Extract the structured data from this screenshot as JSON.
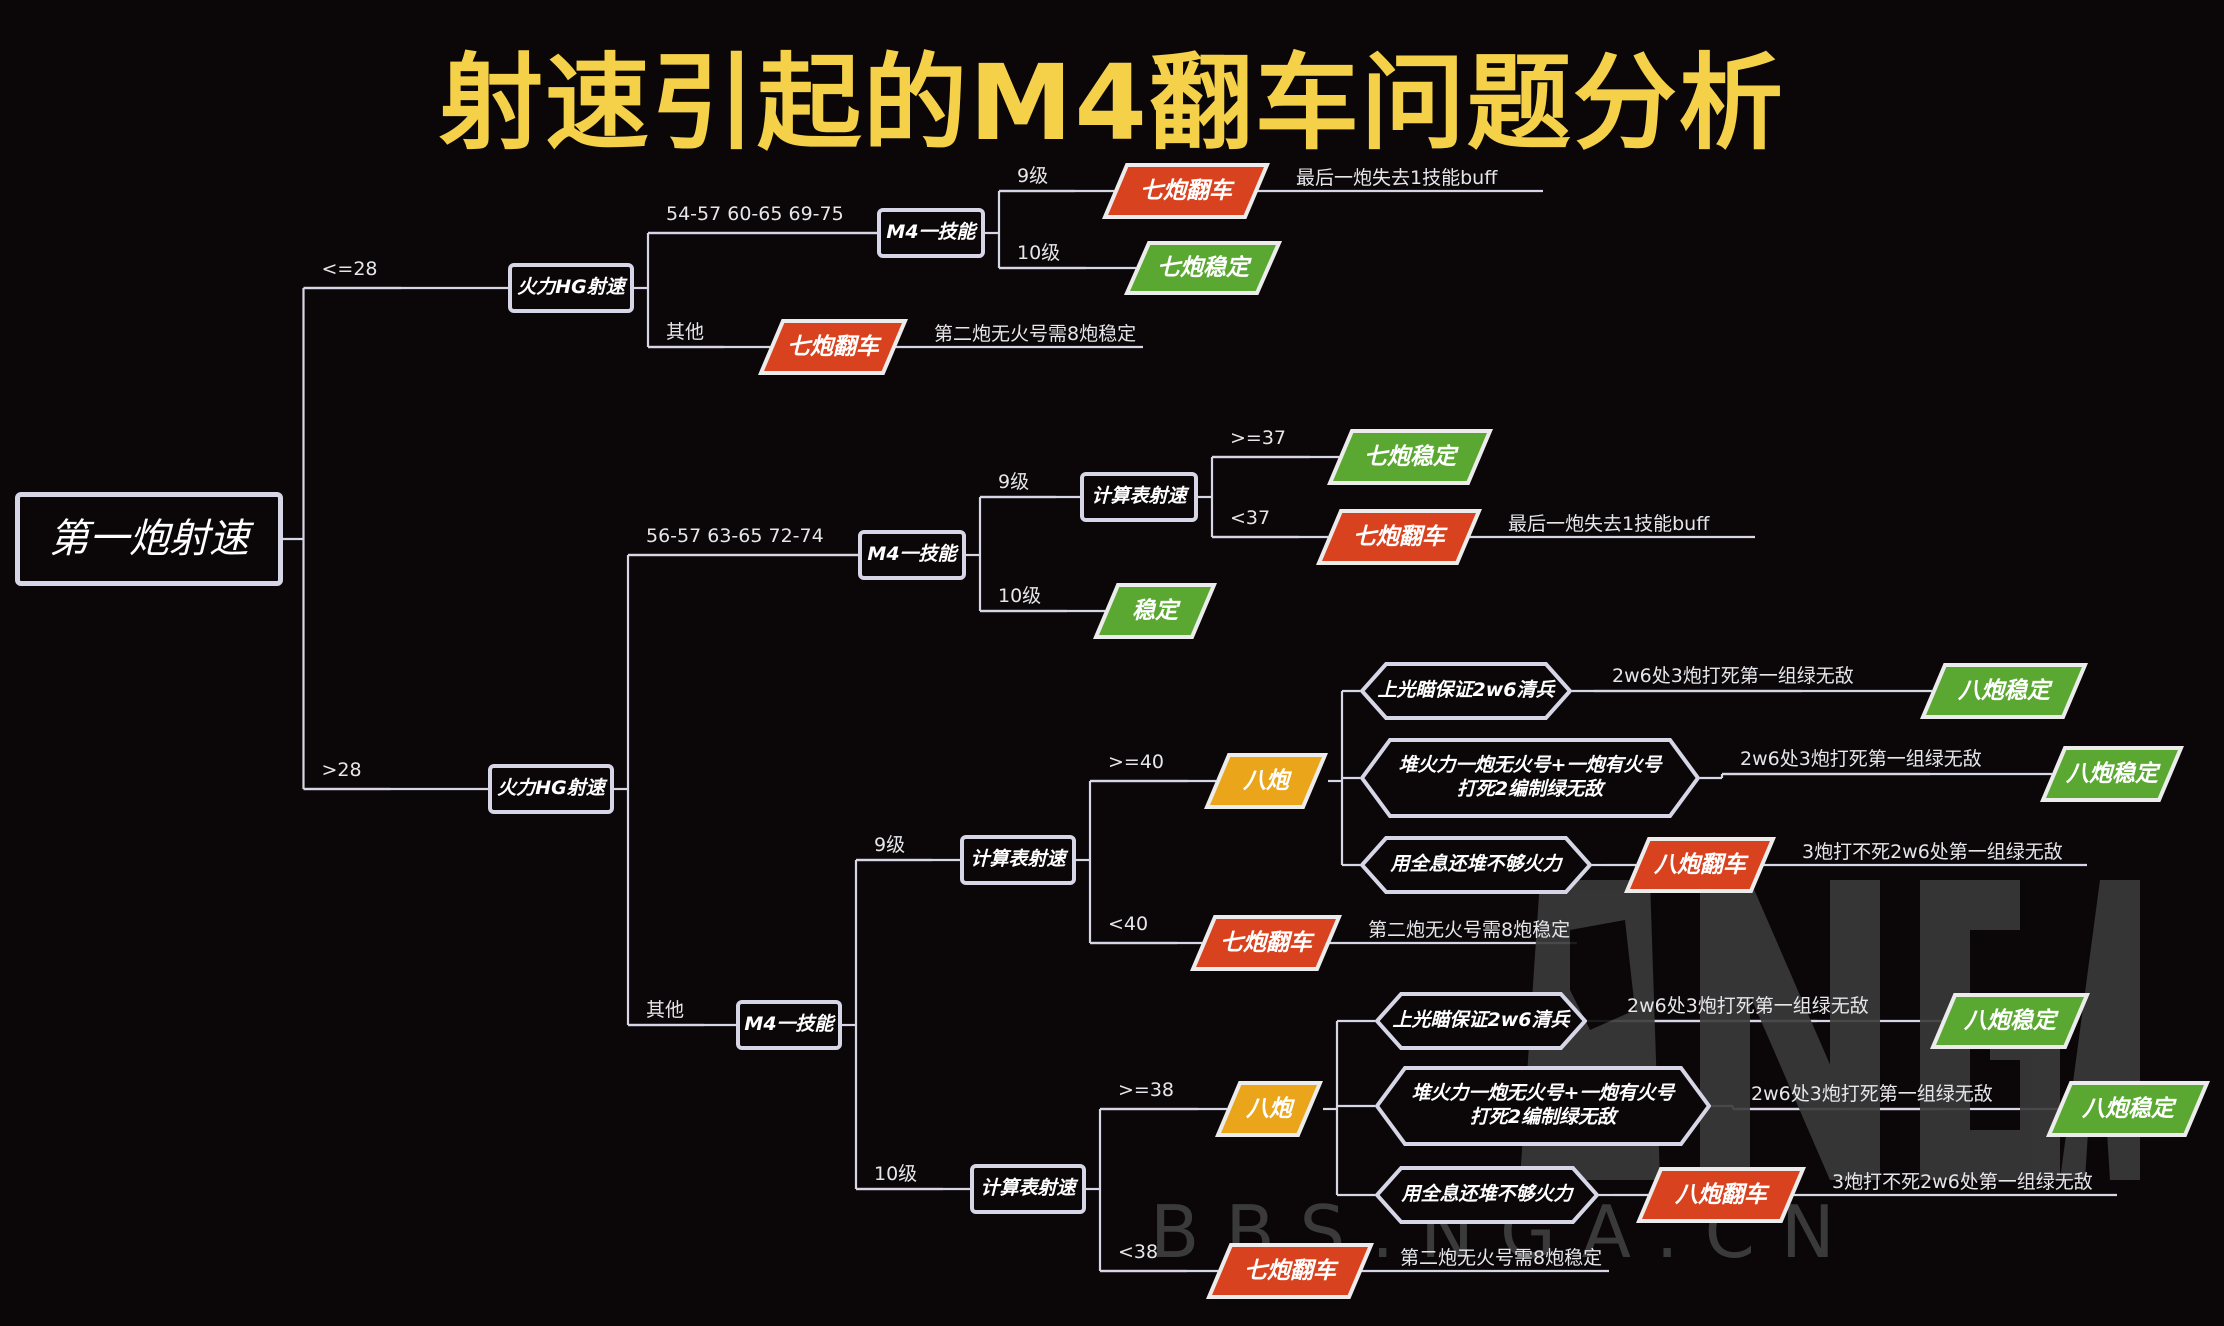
{
  "title": "射速引起的M4翻车问题分析",
  "colors": {
    "title": "#f5d14a",
    "red": "#d9421e",
    "green": "#5aa832",
    "orange": "#eaa51a",
    "line": "#d6d6e6"
  },
  "watermark": "BBS.NGA.CN",
  "watermark_logo_text": "NGA",
  "nodes": [
    {
      "id": "root",
      "type": "root",
      "text": "第一炮射速"
    },
    {
      "id": "a1",
      "type": "rect",
      "text": "火力HG射速"
    },
    {
      "id": "a2",
      "type": "rect",
      "text": "火力HG射速"
    },
    {
      "id": "b1",
      "type": "rect",
      "text": "M4一技能"
    },
    {
      "id": "r1",
      "type": "para",
      "color": "red",
      "text": "七炮翻车"
    },
    {
      "id": "g1",
      "type": "para",
      "color": "green",
      "text": "七炮稳定"
    },
    {
      "id": "r2",
      "type": "para",
      "color": "red",
      "text": "七炮翻车"
    },
    {
      "id": "b2",
      "type": "rect",
      "text": "M4一技能"
    },
    {
      "id": "c1",
      "type": "rect",
      "text": "计算表射速"
    },
    {
      "id": "g2",
      "type": "para",
      "color": "green",
      "text": "七炮稳定"
    },
    {
      "id": "r3",
      "type": "para",
      "color": "red",
      "text": "七炮翻车"
    },
    {
      "id": "g3",
      "type": "para",
      "color": "green",
      "text": "稳定"
    },
    {
      "id": "b3",
      "type": "rect",
      "text": "M4一技能"
    },
    {
      "id": "c2",
      "type": "rect",
      "text": "计算表射速"
    },
    {
      "id": "o1",
      "type": "para",
      "color": "orange",
      "text": "八炮"
    },
    {
      "id": "h1",
      "type": "hex",
      "text": "上光瞄保证2w6清兵"
    },
    {
      "id": "h2",
      "type": "hex",
      "text": "堆火力一炮无火号+一炮有火号\n打死2编制绿无敌"
    },
    {
      "id": "h3",
      "type": "hex",
      "text": "用全息还堆不够火力"
    },
    {
      "id": "g4",
      "type": "para",
      "color": "green",
      "text": "八炮稳定"
    },
    {
      "id": "g5",
      "type": "para",
      "color": "green",
      "text": "八炮稳定"
    },
    {
      "id": "r4",
      "type": "para",
      "color": "red",
      "text": "八炮翻车"
    },
    {
      "id": "r5",
      "type": "para",
      "color": "red",
      "text": "七炮翻车"
    },
    {
      "id": "c3",
      "type": "rect",
      "text": "计算表射速"
    },
    {
      "id": "o2",
      "type": "para",
      "color": "orange",
      "text": "八炮"
    },
    {
      "id": "h4",
      "type": "hex",
      "text": "上光瞄保证2w6清兵"
    },
    {
      "id": "h5",
      "type": "hex",
      "text": "堆火力一炮无火号+一炮有火号\n打死2编制绿无敌"
    },
    {
      "id": "h6",
      "type": "hex",
      "text": "用全息还堆不够火力"
    },
    {
      "id": "g6",
      "type": "para",
      "color": "green",
      "text": "八炮稳定"
    },
    {
      "id": "g7",
      "type": "para",
      "color": "green",
      "text": "八炮稳定"
    },
    {
      "id": "r6",
      "type": "para",
      "color": "red",
      "text": "八炮翻车"
    },
    {
      "id": "r7",
      "type": "para",
      "color": "red",
      "text": "七炮翻车"
    }
  ],
  "edges": [
    {
      "from": "root",
      "to": "a1",
      "label": "<=28"
    },
    {
      "from": "root",
      "to": "a2",
      "label": ">28"
    },
    {
      "from": "a1",
      "to": "b1",
      "label": "54-57 60-65 69-75"
    },
    {
      "from": "a1",
      "to": "r2",
      "label": "其他"
    },
    {
      "from": "b1",
      "to": "r1",
      "label": "9级"
    },
    {
      "from": "b1",
      "to": "g1",
      "label": "10级"
    },
    {
      "from": "a2",
      "to": "b2",
      "label": "56-57 63-65 72-74"
    },
    {
      "from": "a2",
      "to": "b3",
      "label": "其他"
    },
    {
      "from": "b2",
      "to": "c1",
      "label": "9级"
    },
    {
      "from": "b2",
      "to": "g3",
      "label": "10级"
    },
    {
      "from": "c1",
      "to": "g2",
      "label": ">=37"
    },
    {
      "from": "c1",
      "to": "r3",
      "label": "<37"
    },
    {
      "from": "b3",
      "to": "c2",
      "label": "9级"
    },
    {
      "from": "b3",
      "to": "c3",
      "label": "10级"
    },
    {
      "from": "c2",
      "to": "o1",
      "label": ">=40"
    },
    {
      "from": "c2",
      "to": "r5",
      "label": "<40"
    },
    {
      "from": "o1",
      "to": "h1",
      "label": ""
    },
    {
      "from": "o1",
      "to": "h2",
      "label": ""
    },
    {
      "from": "o1",
      "to": "h3",
      "label": ""
    },
    {
      "from": "h1",
      "to": "g4",
      "label": "2w6处3炮打死第一组绿无敌"
    },
    {
      "from": "h2",
      "to": "g5",
      "label": "2w6处3炮打死第一组绿无敌"
    },
    {
      "from": "h3",
      "to": "r4",
      "label": ""
    },
    {
      "from": "c3",
      "to": "o2",
      "label": ">=38"
    },
    {
      "from": "c3",
      "to": "r7",
      "label": "<38"
    },
    {
      "from": "o2",
      "to": "h4",
      "label": ""
    },
    {
      "from": "o2",
      "to": "h5",
      "label": ""
    },
    {
      "from": "o2",
      "to": "h6",
      "label": ""
    },
    {
      "from": "h4",
      "to": "g6",
      "label": "2w6处3炮打死第一组绿无敌"
    },
    {
      "from": "h5",
      "to": "g7",
      "label": "2w6处3炮打死第一组绿无敌"
    },
    {
      "from": "h6",
      "to": "r6",
      "label": ""
    }
  ],
  "notes": [
    {
      "attach": "r1",
      "text": "最后一炮失去1技能buff"
    },
    {
      "attach": "r2",
      "text": "第二炮无火号需8炮稳定"
    },
    {
      "attach": "r3",
      "text": "最后一炮失去1技能buff"
    },
    {
      "attach": "r4",
      "text": "3炮打不死2w6处第一组绿无敌"
    },
    {
      "attach": "r5",
      "text": "第二炮无火号需8炮稳定"
    },
    {
      "attach": "r6",
      "text": "3炮打不死2w6处第一组绿无敌"
    },
    {
      "attach": "r7",
      "text": "第二炮无火号需8炮稳定"
    }
  ]
}
